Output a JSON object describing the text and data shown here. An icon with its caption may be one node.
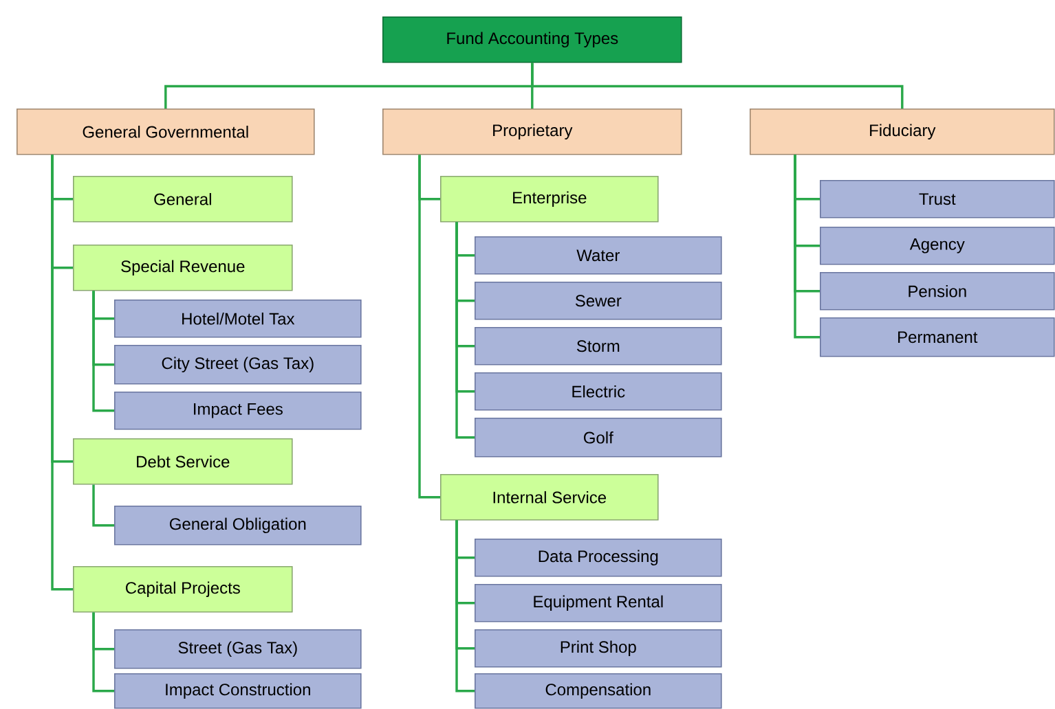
{
  "diagram": {
    "nodes": [
      {
        "text": [
          "Fund Accounting Types"
        ]
      },
      {
        "text": [
          "General Governmental"
        ]
      },
      {
        "text": [
          "Proprietary"
        ]
      },
      {
        "text": [
          "Fiduciary"
        ]
      },
      {
        "text": [
          "General"
        ]
      },
      {
        "text": [
          "Special Revenue"
        ]
      },
      {
        "text": [
          "Hotel/Motel Tax"
        ]
      },
      {
        "text": [
          "City Street (Gas Tax)"
        ]
      },
      {
        "text": [
          "Impact Fees"
        ]
      },
      {
        "text": [
          "Debt Service"
        ]
      },
      {
        "text": [
          "General Obligation"
        ]
      },
      {
        "text": [
          "Capital Projects"
        ]
      },
      {
        "text": [
          "Street (Gas Tax)"
        ]
      },
      {
        "text": [
          "Impact Construction"
        ]
      },
      {
        "text": [
          "Enterprise"
        ]
      },
      {
        "text": [
          "Water"
        ]
      },
      {
        "text": [
          "Sewer"
        ]
      },
      {
        "text": [
          "Storm"
        ]
      },
      {
        "text": [
          "Electric"
        ]
      },
      {
        "text": [
          "Golf"
        ]
      },
      {
        "text": [
          "Internal Service"
        ]
      },
      {
        "text": [
          "Data Processing"
        ]
      },
      {
        "text": [
          "Equipment Rental"
        ]
      },
      {
        "text": [
          "Print Shop"
        ]
      },
      {
        "text": [
          "Compensation"
        ]
      },
      {
        "text": [
          "Trust"
        ]
      },
      {
        "text": [
          "Agency"
        ]
      },
      {
        "text": [
          "Pension"
        ]
      },
      {
        "text": [
          "Permanent"
        ]
      }
    ],
    "edges": [
      {
        "from": 0,
        "to": 1,
        "arrow": "none"
      },
      {
        "from": 0,
        "to": 2,
        "arrow": "none"
      },
      {
        "from": 0,
        "to": 3,
        "arrow": "none"
      },
      {
        "from": 1,
        "to": 4,
        "arrow": "none"
      },
      {
        "from": 1,
        "to": 5,
        "arrow": "none"
      },
      {
        "from": 5,
        "to": 6,
        "arrow": "none"
      },
      {
        "from": 5,
        "to": 7,
        "arrow": "none"
      },
      {
        "from": 5,
        "to": 8,
        "arrow": "none"
      },
      {
        "from": 1,
        "to": 9,
        "arrow": "none"
      },
      {
        "from": 9,
        "to": 10,
        "arrow": "none"
      },
      {
        "from": 1,
        "to": 11,
        "arrow": "none"
      },
      {
        "from": 11,
        "to": 12,
        "arrow": "none"
      },
      {
        "from": 11,
        "to": 13,
        "arrow": "none"
      },
      {
        "from": 2,
        "to": 14,
        "arrow": "none"
      },
      {
        "from": 14,
        "to": 15,
        "arrow": "none"
      },
      {
        "from": 14,
        "to": 16,
        "arrow": "none"
      },
      {
        "from": 14,
        "to": 17,
        "arrow": "none"
      },
      {
        "from": 14,
        "to": 18,
        "arrow": "none"
      },
      {
        "from": 14,
        "to": 19,
        "arrow": "none"
      },
      {
        "from": 2,
        "to": 20,
        "arrow": "none"
      },
      {
        "from": 20,
        "to": 21,
        "arrow": "none"
      },
      {
        "from": 20,
        "to": 22,
        "arrow": "none"
      },
      {
        "from": 20,
        "to": 23,
        "arrow": "none"
      },
      {
        "from": 20,
        "to": 24,
        "arrow": "none"
      },
      {
        "from": 3,
        "to": 25,
        "arrow": "none"
      },
      {
        "from": 3,
        "to": 26,
        "arrow": "none"
      },
      {
        "from": 3,
        "to": 27,
        "arrow": "none"
      },
      {
        "from": 3,
        "to": 28,
        "arrow": "none"
      }
    ]
  }
}
